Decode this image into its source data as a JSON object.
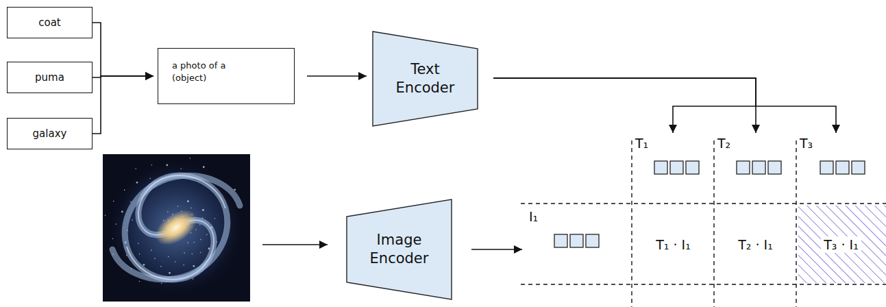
{
  "diagram": {
    "nodes": [
      {
        "text": [
          "coat"
        ]
      },
      {
        "text": [
          "puma"
        ]
      },
      {
        "text": [
          "galaxy"
        ]
      },
      {
        "text": [
          "a photo of a (object)"
        ]
      },
      {
        "text": [
          "Text Encoder"
        ]
      },
      {
        "text": [
          "Image Encoder"
        ]
      },
      {
        "text": [
          "T₁"
        ]
      },
      {
        "text": [
          "T₂"
        ]
      },
      {
        "text": [
          "T₃"
        ]
      },
      {
        "text": [
          "I₁"
        ]
      },
      {
        "text": [
          "T₁ · I₁"
        ]
      },
      {
        "text": [
          "T₂ · I₁"
        ]
      },
      {
        "text": [
          "T₃ · I₁"
        ]
      }
    ],
    "edges": [
      {
        "from": 0,
        "to": 3,
        "arrow": "to"
      },
      {
        "from": 1,
        "to": 3,
        "arrow": "to"
      },
      {
        "from": 2,
        "to": 3,
        "arrow": "to"
      },
      {
        "from": 3,
        "to": 4,
        "arrow": "to"
      },
      {
        "from": 4,
        "to": 6,
        "arrow": "to"
      },
      {
        "from": 4,
        "to": 7,
        "arrow": "to"
      },
      {
        "from": 4,
        "to": 8,
        "arrow": "to"
      },
      {
        "from": 5,
        "to": 9,
        "arrow": "to"
      }
    ]
  }
}
